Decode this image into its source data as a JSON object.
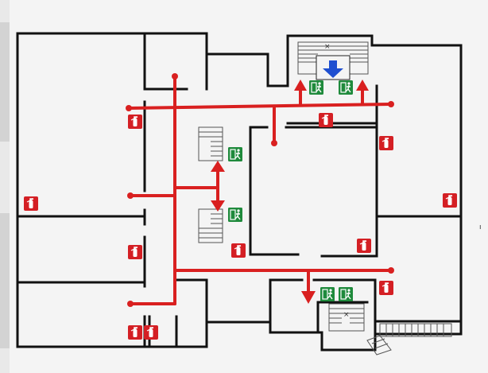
{
  "plan": {
    "kind": "fire-evacuation-floor-plan",
    "colors": {
      "background": "#f3f3f3",
      "walls": "#111111",
      "evacuation_route": "#d92020",
      "extinguisher_bg": "#d41f24",
      "exit_sign_bg": "#1f8a3c",
      "staircase_lines": "#555555",
      "assembly_arrow": "#1f4fd0"
    },
    "legend": {
      "extinguisher_icon": "fire-extinguisher-icon",
      "exit_icon": "emergency-exit-running-man-icon",
      "stairs_icon": "staircase-icon",
      "down_arrow_icon": "blue-down-arrow-icon"
    },
    "counts": {
      "fire_extinguishers": 11,
      "emergency_exit_signs": 6,
      "staircases": 5
    },
    "symbols": {
      "stair_marker": "×"
    }
  }
}
